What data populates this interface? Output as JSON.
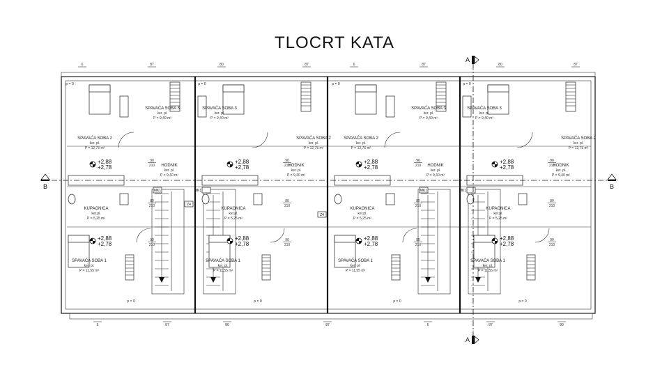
{
  "title": "TLOCRT KATA",
  "section_labels": {
    "a": "A",
    "b": "B"
  },
  "rooms": {
    "bed3": {
      "name": "SPAVAĆA SOBA 3",
      "floor": "ker. pl.",
      "area": "P = 9,40 m²"
    },
    "bed2": {
      "name": "SPAVAĆA SOBA 2",
      "floor": "ker. pl.",
      "area": "P = 12,75 m²"
    },
    "hall": {
      "name": "HODNIK",
      "floor": "ker. pl.",
      "area": "P = 9,40 m²"
    },
    "bath": {
      "name": "KUPAONICA",
      "floor": "ker.pl.",
      "area": "P = 5,25 m²"
    },
    "bed1": {
      "name": "SPAVAĆA SOBA 1",
      "floor": "ker. pl.",
      "area": "P = 11,55 m²"
    }
  },
  "levels": {
    "top": "+2,88",
    "bottom": "+2,78"
  },
  "door_dims": {
    "width": "90",
    "height": "210",
    "width_small": "80"
  },
  "tags": {
    "mk1": "MK1",
    "z4": "Z4"
  },
  "parapet": "p = 0",
  "window_codes": [
    "6",
    "87",
    "80",
    "87"
  ]
}
